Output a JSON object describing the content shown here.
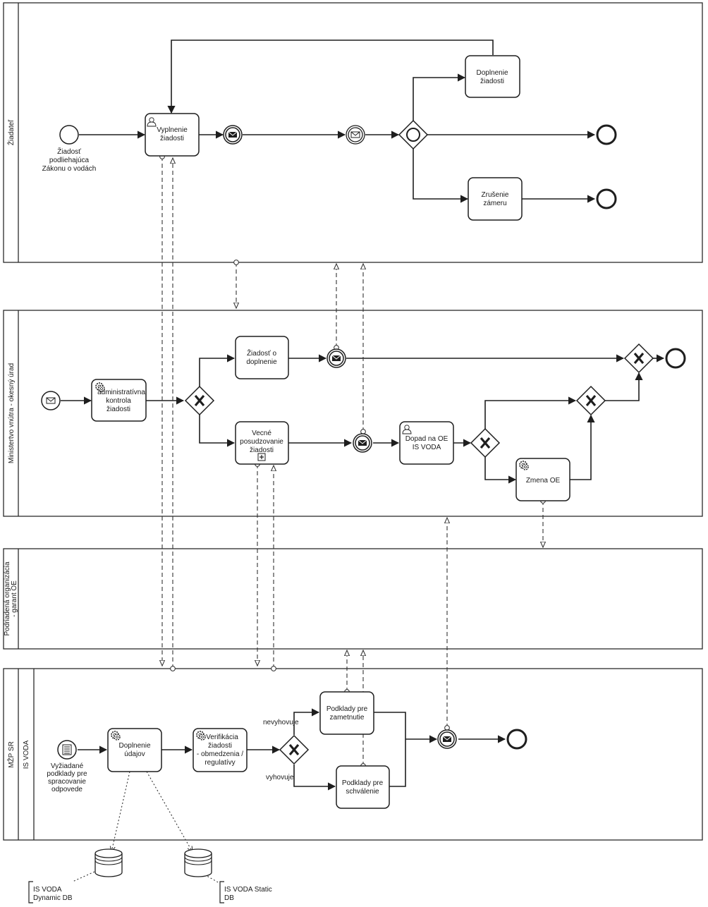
{
  "pools": [
    {
      "label": "Žiadateľ"
    },
    {
      "label": "Ministertvo vnútra - okesný úrad"
    },
    {
      "label_lines": [
        "Podriadená organizácia",
        "- garant OE"
      ]
    },
    {
      "label": "MŽP SR",
      "lane_label": "IS VODA"
    }
  ],
  "events": {
    "start_applicant": [
      "Žiadosť",
      "podliehajúca",
      "Zákonu o vodách"
    ],
    "start_isvoda": [
      "Vyžiadané",
      "podklady pre",
      "spracovanie",
      "odpovede"
    ]
  },
  "tasks": {
    "vyplnenie": [
      "Vyplnenie",
      "žiadosti"
    ],
    "doplnenie_ziadosti": [
      "Doplnenie",
      "žiadosti"
    ],
    "zrusenie": [
      "Zrušenie",
      "zámeru"
    ],
    "admin_kontrola": [
      "administratívna",
      "kontrola",
      "žiadosti"
    ],
    "ziadost_o_doplnenie": [
      "Žiadosť o",
      "doplnenie"
    ],
    "vecne_posudzovanie": [
      "Vecné",
      "posudzovanie",
      "žiadosti"
    ],
    "dopad_na_oe": [
      "Dopad na OE",
      "IS VODA"
    ],
    "zmena_oe": [
      "Zmena OE"
    ],
    "doplnenie_udajov": [
      "Doplnenie",
      "údajov"
    ],
    "verifikacia": [
      "Verifikácia",
      "žiadosti",
      "- obmedzenia /",
      "regulatívy"
    ],
    "podklady_zamietnutie": [
      "Podklady pre",
      "zametnutie"
    ],
    "podklady_schvalenie": [
      "Podklady pre",
      "schválenie"
    ]
  },
  "gateway_labels": {
    "nevyhovuje": "nevyhovuje",
    "vyhovuje": "vyhovuje"
  },
  "data_stores": {
    "dynamic": [
      "IS VODA",
      "Dynamic DB"
    ],
    "static": [
      "IS VODA Static",
      "DB"
    ]
  }
}
